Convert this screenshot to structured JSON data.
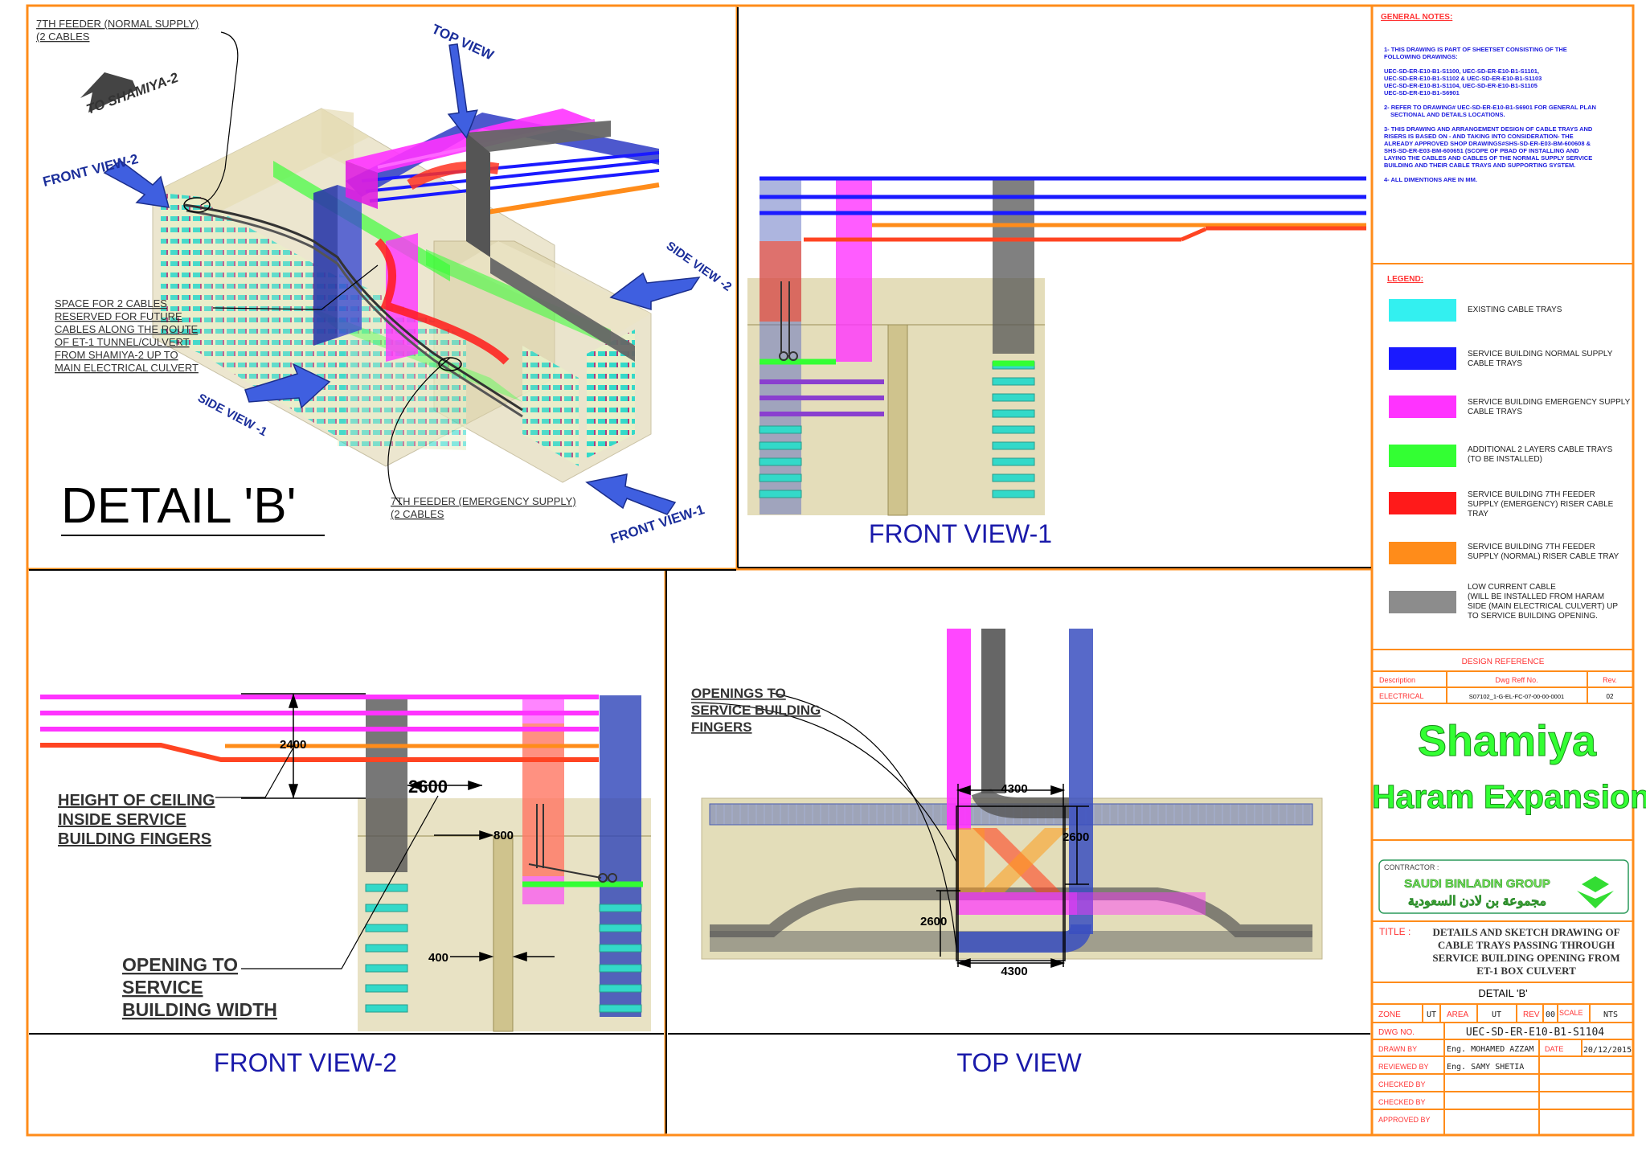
{
  "detail": {
    "title": "DETAIL 'B'",
    "top_view_arrow": "TOP VIEW",
    "to_shamiya": "TO SHAMIYA-2",
    "front_view_2_arrow": "FRONT VIEW-2",
    "side_view_2_arrow": "SIDE VIEW -2",
    "side_view_1_arrow": "SIDE VIEW -1",
    "front_view_1_arrow": "FRONT VIEW-1",
    "feeder_normal": [
      "7TH FEEDER (NORMAL SUPPLY)",
      "(2 CABLES"
    ],
    "feeder_emergency": [
      "7TH FEEDER (EMERGENCY SUPPLY)",
      "(2 CABLES"
    ],
    "space_note": [
      "SPACE FOR 2 CABLES",
      "RESERVED FOR FUTURE",
      "CABLES ALONG THE ROUTE",
      "OF ET-1 TUNNEL/CULVERT",
      "FROM SHAMIYA-2 UP TO",
      "MAIN ELECTRICAL CULVERT"
    ]
  },
  "front_view_1": {
    "caption": "FRONT VIEW-1"
  },
  "front_view_2": {
    "caption": "FRONT VIEW-2",
    "dim_2400": "2400",
    "dim_2600": "2600",
    "dim_800": "800",
    "dim_400": "400",
    "ceiling_note": [
      "HEIGHT OF CEILING",
      "INSIDE SERVICE",
      "BUILDING FINGERS"
    ],
    "opening_note": [
      "OPENING TO",
      "SERVICE",
      "BUILDING WIDTH"
    ]
  },
  "top_view": {
    "caption": "TOP VIEW",
    "dim_4300_top": "4300",
    "dim_4300_bottom": "4300",
    "dim_2600_right": "2600",
    "dim_2600_left": "2600",
    "openings_note": [
      "OPENINGS TO",
      "SERVICE BUILDING",
      "FINGERS"
    ]
  },
  "notes": {
    "heading": "GENERAL NOTES:",
    "items": [
      [
        "1- THIS DRAWING IS PART OF SHEETSET CONSISTING OF THE",
        "FOLLOWING DRAWINGS:"
      ],
      [
        "UEC-SD-ER-E10-B1-S1100, UEC-SD-ER-E10-B1-S1101,",
        "UEC-SD-ER-E10-B1-S1102 & UEC-SD-ER-E10-B1-S1103",
        "UEC-SD-ER-E10-B1-S1104, UEC-SD-ER-E10-B1-S1105",
        "UEC-SD-ER-E10-B1-S6901"
      ],
      [
        "2- REFER TO DRAWING# UEC-SD-ER-E10-B1-S6901 FOR GENERAL PLAN",
        "SECTIONAL AND DETAILS LOCATIONS."
      ],
      [
        "3- THIS DRAWING AND ARRANGEMENT DESIGN OF CABLE TRAYS AND",
        "RISERS IS BASED ON - AND TAKING INTO CONSIDERATION- THE",
        "ALREADY APPROVED SHOP DRAWINGS#SHS-SD-ER-E03-BM-600608 &",
        "SHS-SD-ER-E03-BM-600651 (SCOPE OF PBAD OF INSTALLING AND",
        "LAYING THE CABLES AND CABLES OF THE NORMAL SUPPLY SERVICE",
        "BUILDING AND THEIR CABLE TRAYS AND SUPPORTING SYSTEM."
      ],
      [
        "4- ALL DIMENTIONS ARE IN MM."
      ]
    ]
  },
  "legend": {
    "heading": "LEGEND:",
    "items": [
      {
        "color": "#33f0f0",
        "label": [
          "EXISTING  CABLE  TRAYS"
        ]
      },
      {
        "color": "#1a1aff",
        "label": [
          "SERVICE  BUILDING  NORMAL  SUPPLY",
          "CABLE  TRAYS"
        ]
      },
      {
        "color": "#ff33ff",
        "label": [
          "SERVICE  BUILDING  EMERGENCY  SUPPLY",
          "CABLE  TRAYS"
        ]
      },
      {
        "color": "#33ff33",
        "label": [
          "ADDITIONAL  2  LAYERS  CABLE  TRAYS",
          "(TO  BE  INSTALLED)"
        ]
      },
      {
        "color": "#ff1a1a",
        "label": [
          "SERVICE  BUILDING  7TH  FEEDER",
          "SUPPLY  (EMERGENCY)  RISER  CABLE",
          "TRAY"
        ]
      },
      {
        "color": "#ff8c1a",
        "label": [
          "SERVICE  BUILDING  7TH  FEEDER",
          "SUPPLY  (NORMAL)  RISER  CABLE  TRAY"
        ]
      },
      {
        "color": "#8c8c8c",
        "label": [
          "LOW  CURRENT  CABLE",
          "(WILL  BE  INSTALLED  FROM  HARAM",
          "SIDE  (MAIN  ELECTRICAL  CULVERT)  UP",
          "TO  SERVICE  BUILDING  OPENING."
        ]
      }
    ]
  },
  "design_reference": {
    "heading": "DESIGN REFERENCE",
    "col_description": "Description",
    "col_dwg": "Dwg Reff No.",
    "col_rev": "Rev.",
    "description": "ELECTRICAL",
    "dwg": "S07102_1-G-EL-FC-07-00-00-0001",
    "rev": "02"
  },
  "project": {
    "line1": "Shamiya",
    "line2": "Haram Expansion"
  },
  "contractor": {
    "label": "CONTRACTOR :",
    "name": "SAUDI BINLADIN GROUP",
    "name_ar": "مجموعة بن لادن السعودية"
  },
  "title_block": {
    "title_label": "TITLE :",
    "title_text": [
      "DETAILS AND SKETCH DRAWING OF",
      "CABLE TRAYS PASSING THROUGH",
      "SERVICE BUILDING OPENING FROM",
      "ET-1 BOX CULVERT"
    ],
    "detail": "DETAIL 'B'",
    "zone_label": "ZONE",
    "zone": "UT",
    "area_label": "AREA",
    "area": "UT",
    "rev_label": "REV",
    "rev": "00",
    "scale_label": "SCALE",
    "scale": "NTS",
    "dwg_label": "DWG NO.",
    "dwg": "UEC-SD-ER-E10-B1-S1104",
    "drawn_label": "DRAWN BY",
    "drawn": "Eng. MOHAMED AZZAM",
    "date_label": "DATE",
    "date": "20/12/2015",
    "reviewed_label": "REVIEWED BY",
    "reviewed": "Eng. SAMY SHETIA",
    "checked1_label": "CHECKED BY",
    "checked2_label": "CHECKED BY",
    "approved_label": "APPROVED BY"
  }
}
